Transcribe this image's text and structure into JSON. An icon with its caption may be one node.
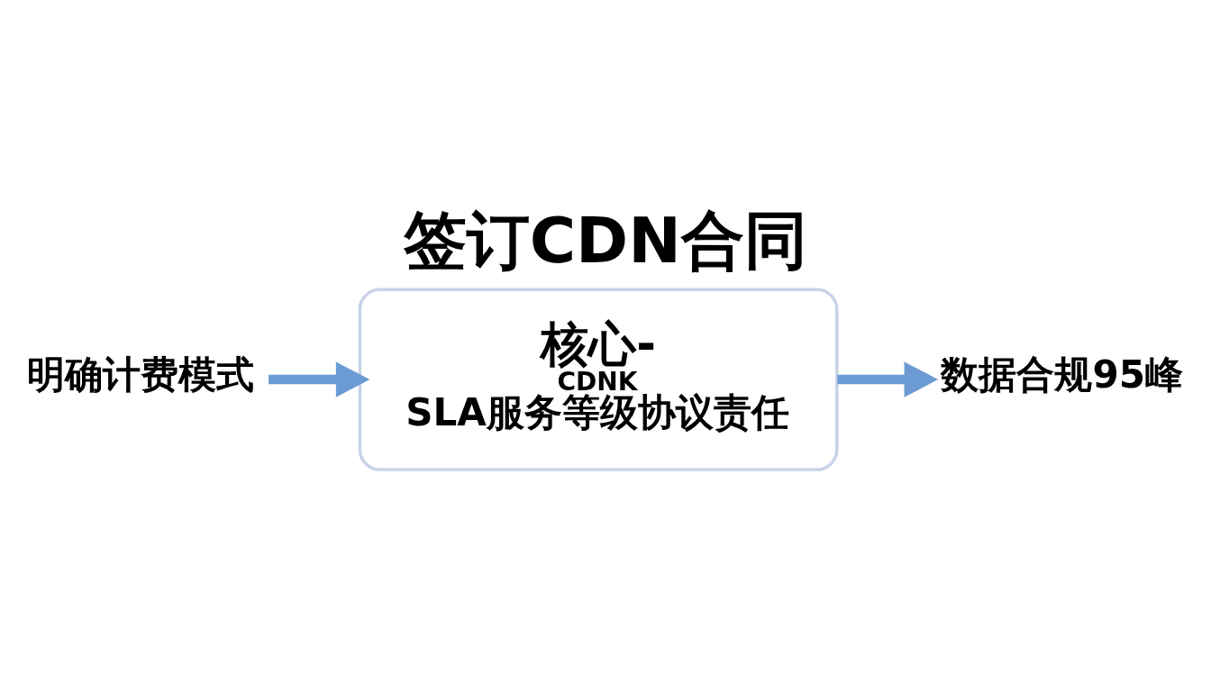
{
  "diagram": {
    "title": "签订CDN合同",
    "nodes": [
      {
        "text": [
          "明确计费模式"
        ]
      },
      {
        "text": [
          "核心-",
          "CDNK",
          "SLA服务等级协议责任"
        ]
      },
      {
        "text": [
          "数据合规95峰"
        ]
      }
    ],
    "edges": [
      {
        "from": 0,
        "to": 1,
        "arrow": "to"
      },
      {
        "from": 1,
        "to": 2,
        "arrow": "to"
      }
    ]
  }
}
